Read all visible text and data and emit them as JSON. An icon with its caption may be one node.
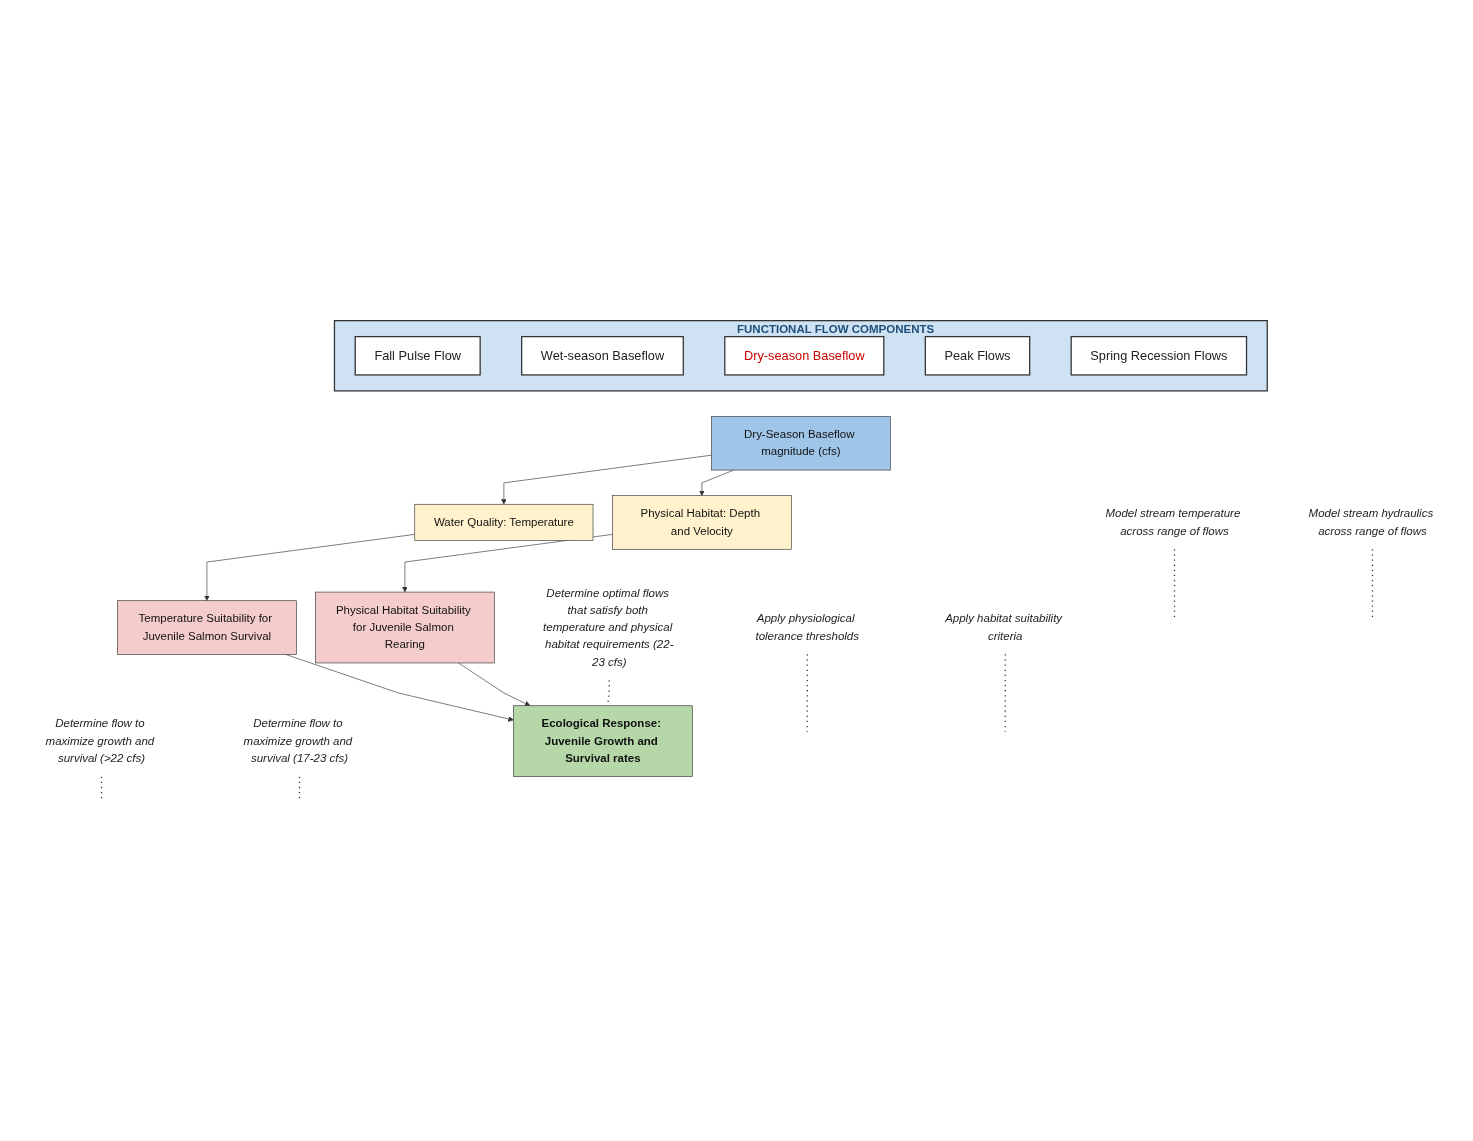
{
  "diagram": {
    "nodes": [
      {
        "text": [
          "FUNCTIONAL FLOW COMPONENTS"
        ]
      },
      {
        "text": [
          "Fall Pulse Flow"
        ],
        "in": 0
      },
      {
        "text": [
          "Wet-season Baseflow"
        ],
        "in": 0
      },
      {
        "text": [
          "Dry-season Baseflow"
        ],
        "in": 0
      },
      {
        "text": [
          "Peak Flows"
        ],
        "in": 0
      },
      {
        "text": [
          "Spring Recession Flows"
        ],
        "in": 0
      },
      {
        "text": [
          "Dry-Season Baseflow magnitude (cfs)"
        ]
      },
      {
        "text": [
          "Model stream temperature across range of flows"
        ]
      },
      {
        "text": [
          "Model stream hydraulics across range of flows"
        ]
      },
      {
        "text": [
          "Water Quality: Temperature"
        ]
      },
      {
        "text": [
          "Physical Habitat: Depth and Velocity"
        ]
      },
      {
        "text": [
          "Apply physiological tolerance thresholds"
        ]
      },
      {
        "text": [
          "Apply habitat suitability criteria"
        ]
      },
      {
        "text": [
          "Temperature Suitability for Juvenile Salmon Survival"
        ]
      },
      {
        "text": [
          "Physical Habitat Suitability for Juvenile Salmon Rearing"
        ]
      },
      {
        "text": [
          "Determine flow to maximize growth and survival (>22 cfs)"
        ]
      },
      {
        "text": [
          "Determine flow to maximize growth and survival (17-23 cfs)"
        ]
      },
      {
        "text": [
          "Determine optimal flows that satisfy both temperature and physical habitat requirements (22-23 cfs)"
        ]
      },
      {
        "text": [
          "Ecological Response: Juvenile Growth and Survival rates"
        ]
      }
    ],
    "edges": [
      {
        "from": 6,
        "to": 9,
        "arrow": "to"
      },
      {
        "from": 6,
        "to": 10,
        "arrow": "to"
      },
      {
        "from": 9,
        "to": 13,
        "arrow": "to"
      },
      {
        "from": 10,
        "to": 14,
        "arrow": "to"
      },
      {
        "from": 13,
        "to": 18,
        "arrow": "to"
      },
      {
        "from": 14,
        "to": 18,
        "arrow": "to"
      },
      {
        "from": 7,
        "to": null,
        "arrow": "none",
        "style": "dashed"
      },
      {
        "from": 8,
        "to": null,
        "arrow": "none",
        "style": "dashed"
      },
      {
        "from": 11,
        "to": null,
        "arrow": "none",
        "style": "dashed"
      },
      {
        "from": 12,
        "to": null,
        "arrow": "none",
        "style": "dashed"
      },
      {
        "from": 15,
        "to": null,
        "arrow": "none",
        "style": "dashed"
      },
      {
        "from": 16,
        "to": null,
        "arrow": "none",
        "style": "dashed"
      },
      {
        "from": 17,
        "to": 18,
        "arrow": "none",
        "style": "dashed"
      }
    ]
  }
}
